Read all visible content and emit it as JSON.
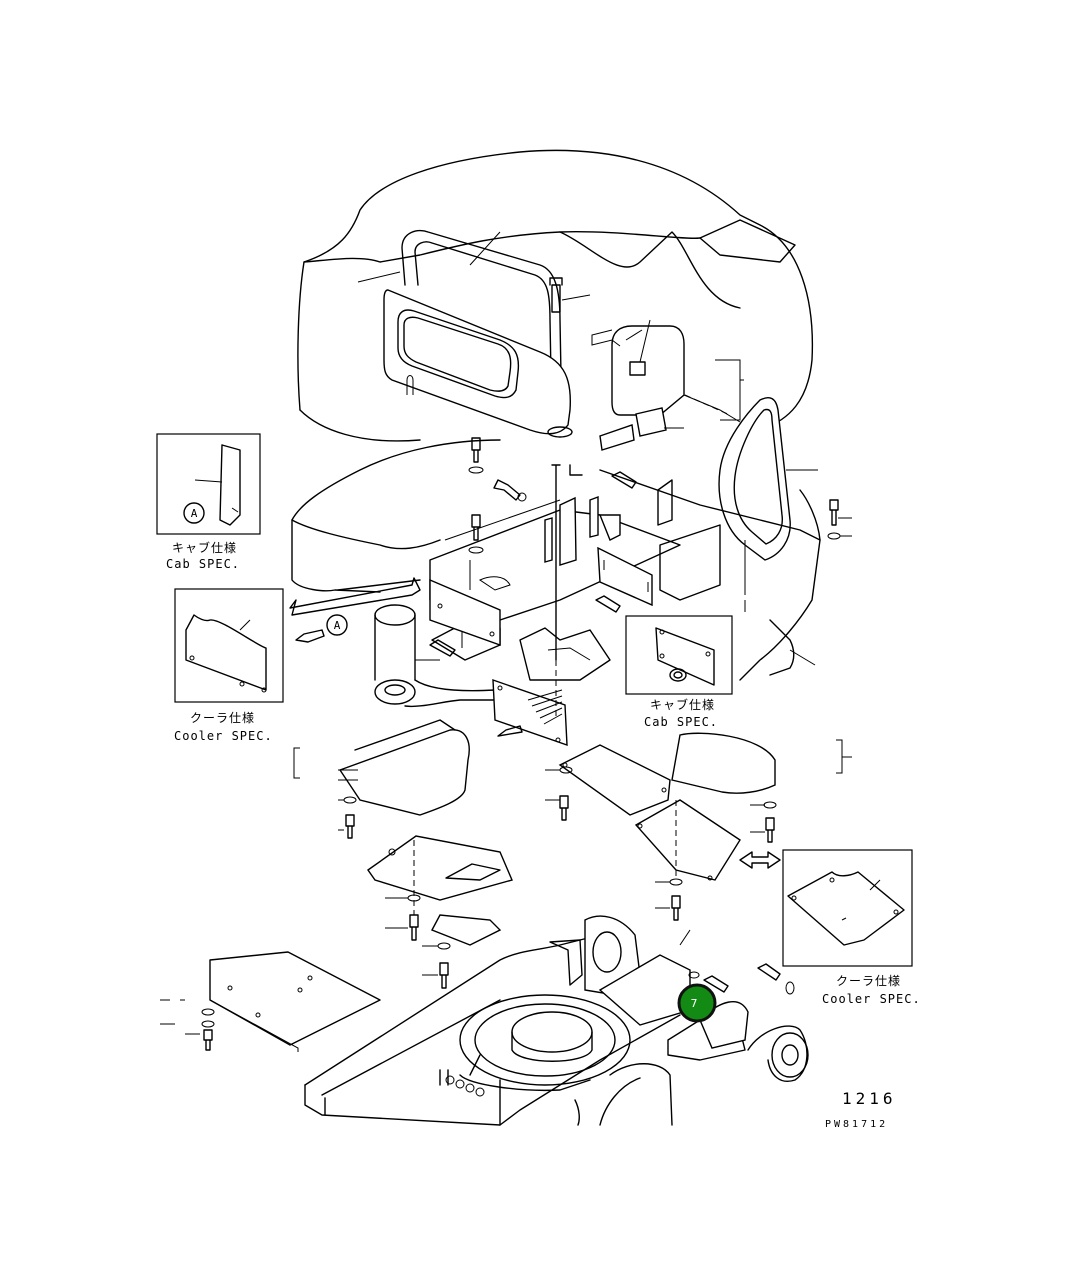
{
  "inset_labels": {
    "cab_top_jp": "キャブ仕様",
    "cab_top_en": "Cab SPEC.",
    "cooler_left_jp": "クーラ仕様",
    "cooler_left_en": "Cooler SPEC.",
    "cab_mid_jp": "キャブ仕様",
    "cab_mid_en": "Cab SPEC.",
    "cooler_right_jp": "クーラ仕様",
    "cooler_right_en": "Cooler SPEC."
  },
  "reference_markers": {
    "a_top": "A",
    "a_main": "A"
  },
  "page_number": "1216",
  "drawing_code": "PW81712",
  "callout": {
    "number": "7",
    "color": "#138a13"
  }
}
